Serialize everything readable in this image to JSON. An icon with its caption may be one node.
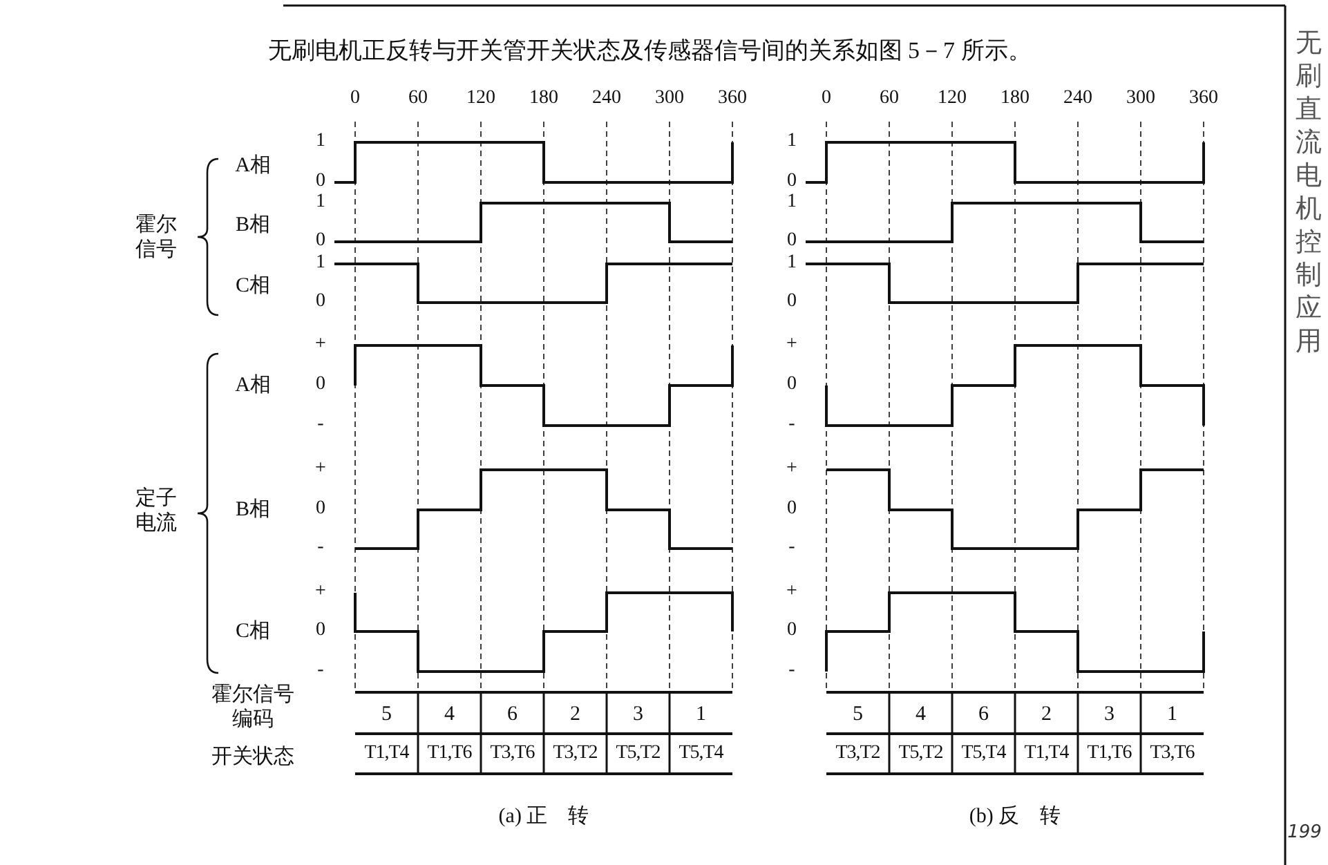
{
  "diagram": {
    "labels": [
      "无刷电机正反转与开关管开关状态及传感器信号间的关系如图 5－7 所示。",
      "无刷直流电机控制应用",
      "199",
      "0",
      "60",
      "120",
      "180",
      "240",
      "300",
      "360",
      "霍尔信号",
      "A相",
      "B相",
      "C相",
      "1",
      "0",
      "1",
      "0",
      "1",
      "0",
      "定子电流",
      "A相",
      "B相",
      "C相",
      "+",
      "0",
      "-",
      "+",
      "0",
      "-",
      "+",
      "0",
      "-",
      "霍尔信号编码",
      "开关状态",
      "5",
      "4",
      "6",
      "2",
      "3",
      "1",
      "T1,T4",
      "T1,T6",
      "T3,T6",
      "T3,T2",
      "T5,T2",
      "T5,T4",
      "(a) 正　转",
      "0",
      "60",
      "120",
      "180",
      "240",
      "300",
      "360",
      "1",
      "0",
      "1",
      "0",
      "1",
      "0",
      "+",
      "0",
      "-",
      "+",
      "0",
      "-",
      "+",
      "0",
      "-",
      "5",
      "4",
      "6",
      "2",
      "3",
      "1",
      "T3,T2",
      "T5,T2",
      "T5,T4",
      "T1,T4",
      "T1,T6",
      "T3,T6",
      "(b) 反　转"
    ]
  }
}
